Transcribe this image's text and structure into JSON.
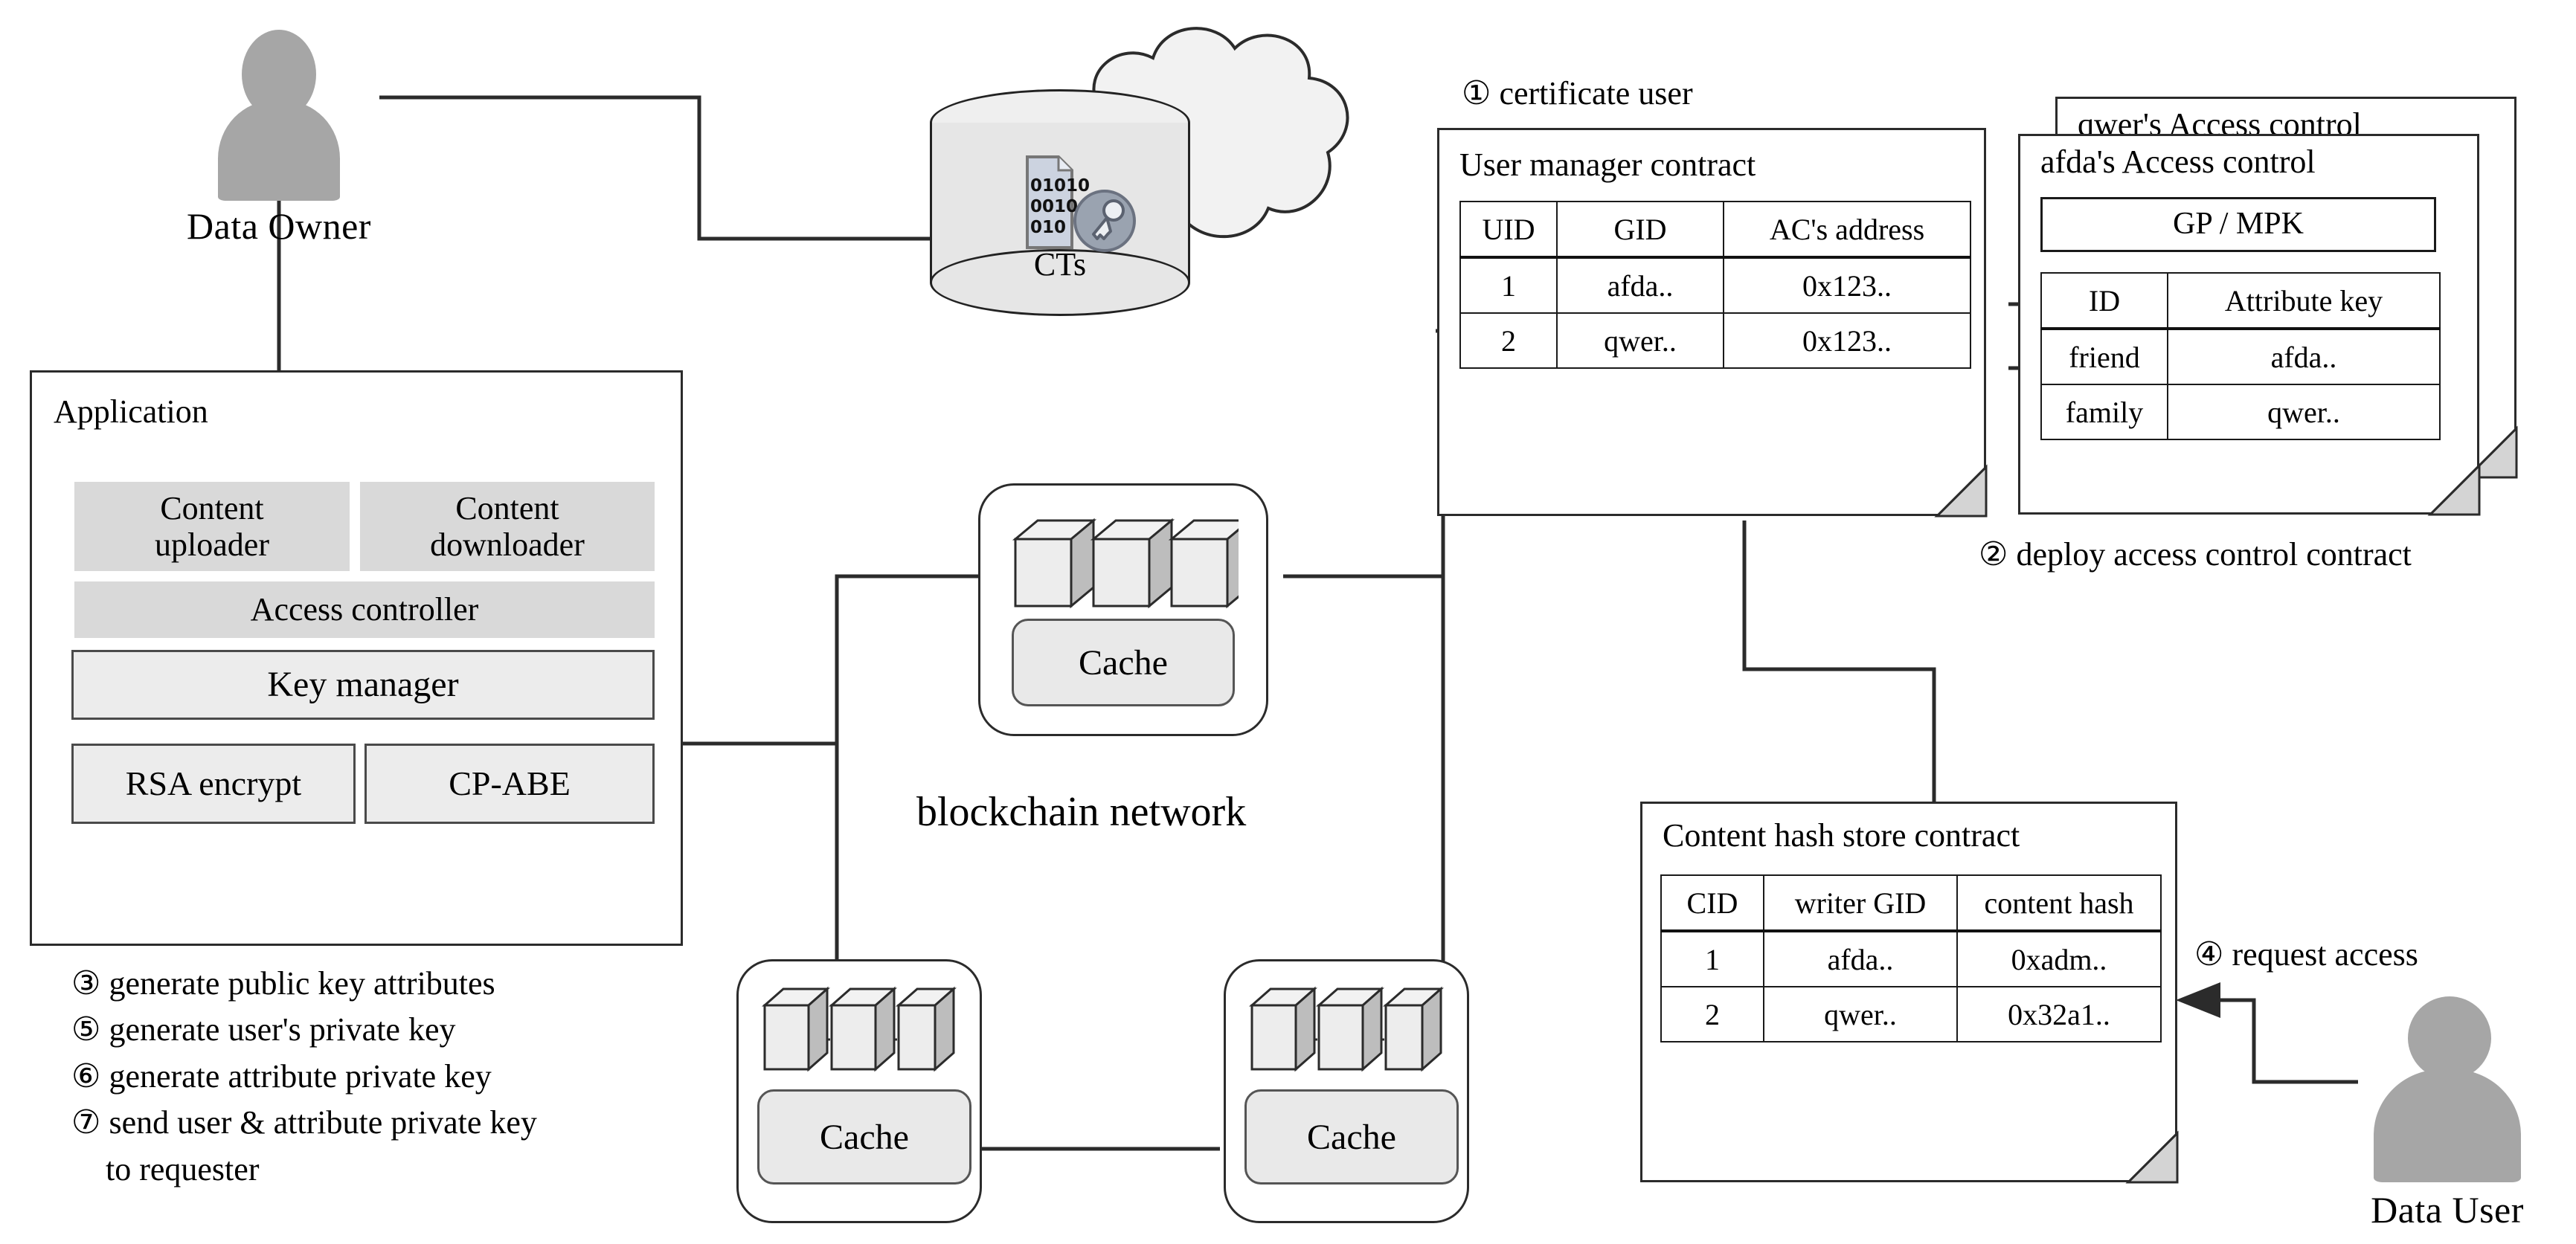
{
  "actors": {
    "data_owner": "Data Owner",
    "data_user": "Data User"
  },
  "storage": {
    "label": "CTs",
    "file_bits": [
      "01010",
      "0010",
      "010"
    ],
    "key_icon": "key-icon",
    "cloud_icon": "cloud-icon"
  },
  "application": {
    "title": "Application",
    "modules": [
      "Content uploader",
      "Content downloader",
      "Access controller",
      "Key manager",
      "RSA encrypt",
      "CP-ABE"
    ],
    "module_uploader_line1": "Content",
    "module_uploader_line2": "uploader",
    "module_downloader_line1": "Content",
    "module_downloader_line2": "downloader",
    "module_access_controller": "Access controller",
    "module_key_manager": "Key manager",
    "module_rsa": "RSA encrypt",
    "module_cpabe": "CP-ABE"
  },
  "steps": [
    "③ generate public key attributes",
    "⑤ generate user's private key",
    "⑥ generate attribute private key",
    "⑦ send user & attribute private key",
    "to requester"
  ],
  "blockchain": {
    "label": "blockchain network",
    "nodes": [
      {
        "cache_label": "Cache"
      },
      {
        "cache_label": "Cache"
      },
      {
        "cache_label": "Cache"
      }
    ]
  },
  "user_manager_contract": {
    "annotation": "① certificate user",
    "title": "User manager contract",
    "columns": [
      "UID",
      "GID",
      "AC's address"
    ],
    "rows": [
      [
        "1",
        "afda..",
        "0x123.."
      ],
      [
        "2",
        "qwer..",
        "0x123.."
      ]
    ]
  },
  "access_control_contract": {
    "back_title": "qwer's Access control",
    "front_title": "afda's Access control",
    "params_label": "GP / MPK",
    "columns": [
      "ID",
      "Attribute key"
    ],
    "rows": [
      [
        "friend",
        "afda.."
      ],
      [
        "family",
        "qwer.."
      ]
    ],
    "annotation": "② deploy access control contract"
  },
  "content_hash_contract": {
    "title": "Content hash store contract",
    "columns": [
      "CID",
      "writer GID",
      "content hash"
    ],
    "rows": [
      [
        "1",
        "afda..",
        "0xadm.."
      ],
      [
        "2",
        "qwer..",
        "0x32a1.."
      ]
    ]
  },
  "request": {
    "annotation": "④ request access"
  },
  "colors": {
    "stroke": "#2b2b2b",
    "person_fill": "#a6a6a6",
    "block_gray": "#d9d9d9",
    "block_light": "#ececec",
    "cube_face": "#e9e9e9",
    "cube_side": "#b7b7b7",
    "dogear": "#d4d4d4",
    "cylinder": "#e6e6e6"
  }
}
